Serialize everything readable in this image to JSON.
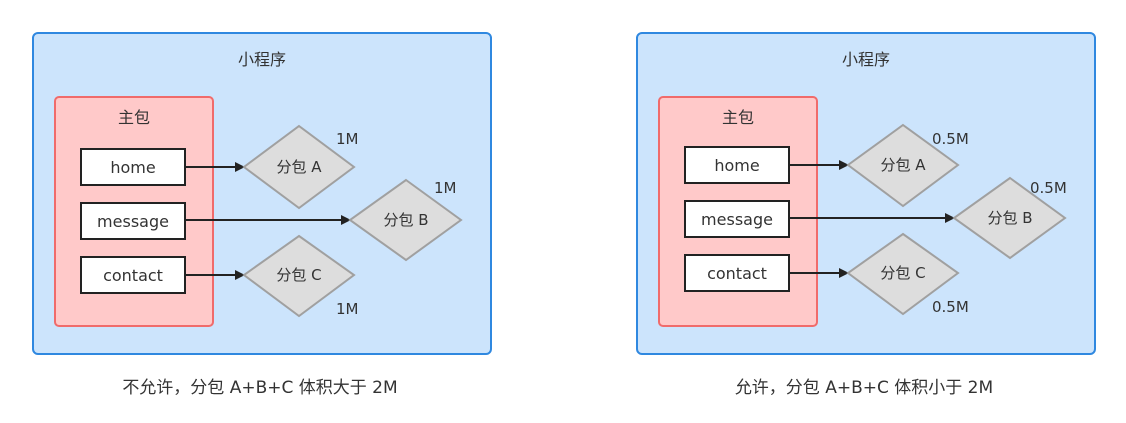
{
  "diagrams": [
    {
      "container_title": "小程序",
      "main_package_title": "主包",
      "pages": [
        "home",
        "message",
        "contact"
      ],
      "subpackages": [
        {
          "name": "分包 A",
          "size": "1M"
        },
        {
          "name": "分包 B",
          "size": "1M"
        },
        {
          "name": "分包 C",
          "size": "1M"
        }
      ],
      "caption": "不允许，分包 A+B+C 体积大于 2M"
    },
    {
      "container_title": "小程序",
      "main_package_title": "主包",
      "pages": [
        "home",
        "message",
        "contact"
      ],
      "subpackages": [
        {
          "name": "分包 A",
          "size": "0.5M"
        },
        {
          "name": "分包 B",
          "size": "0.5M"
        },
        {
          "name": "分包 C",
          "size": "0.5M"
        }
      ],
      "caption": "允许，分包 A+B+C 体积小于 2M"
    }
  ],
  "colors": {
    "container_fill": "#cce4fc",
    "container_border": "#2f88e0",
    "main_fill": "#ffc9c9",
    "main_border": "#f06b6b",
    "diamond_fill": "#dddddd",
    "diamond_border": "#a0a0a0",
    "arrow": "#222222"
  }
}
